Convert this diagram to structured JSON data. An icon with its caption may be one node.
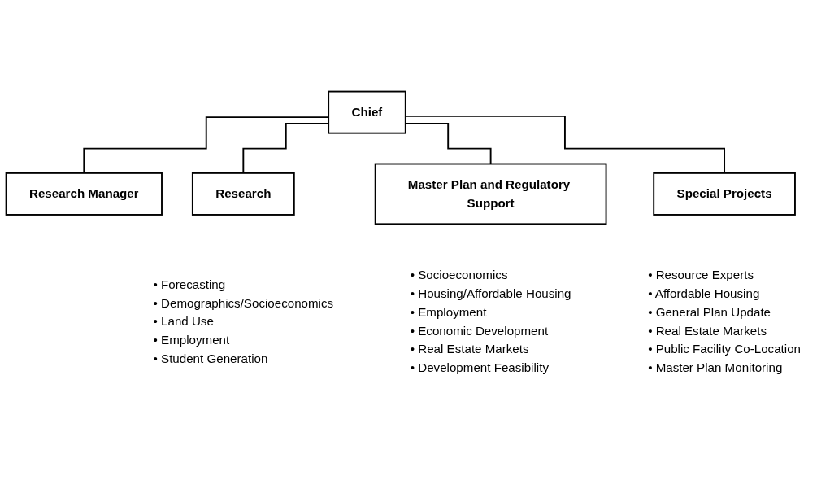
{
  "diagram": {
    "nodes": [
      {
        "text": [
          "Chief"
        ]
      },
      {
        "text": [
          "Research Manager"
        ]
      },
      {
        "text": [
          "Research"
        ],
        "beside": [
          "• Forecasting",
          "• Demographics/Socioeconomics",
          "• Land Use",
          "• Employment",
          "• Student Generation"
        ]
      },
      {
        "text": [
          "Master Plan and Regulatory Support"
        ],
        "beside": [
          "• Socioeconomics",
          "• Housing/Affordable Housing",
          "• Employment",
          "• Economic Development",
          "• Real Estate Markets",
          "• Development Feasibility"
        ]
      },
      {
        "text": [
          "Special Projects"
        ],
        "beside": [
          "• Resource Experts",
          "• Affordable Housing",
          "• General Plan Update",
          "• Real Estate Markets",
          "• Public Facility Co-Location",
          "• Master Plan Monitoring"
        ]
      }
    ],
    "edges": [
      {
        "from": 0,
        "to": 1,
        "arrow": "none"
      },
      {
        "from": 0,
        "to": 2,
        "arrow": "none"
      },
      {
        "from": 0,
        "to": 3,
        "arrow": "none"
      },
      {
        "from": 0,
        "to": 4,
        "arrow": "none"
      }
    ]
  }
}
